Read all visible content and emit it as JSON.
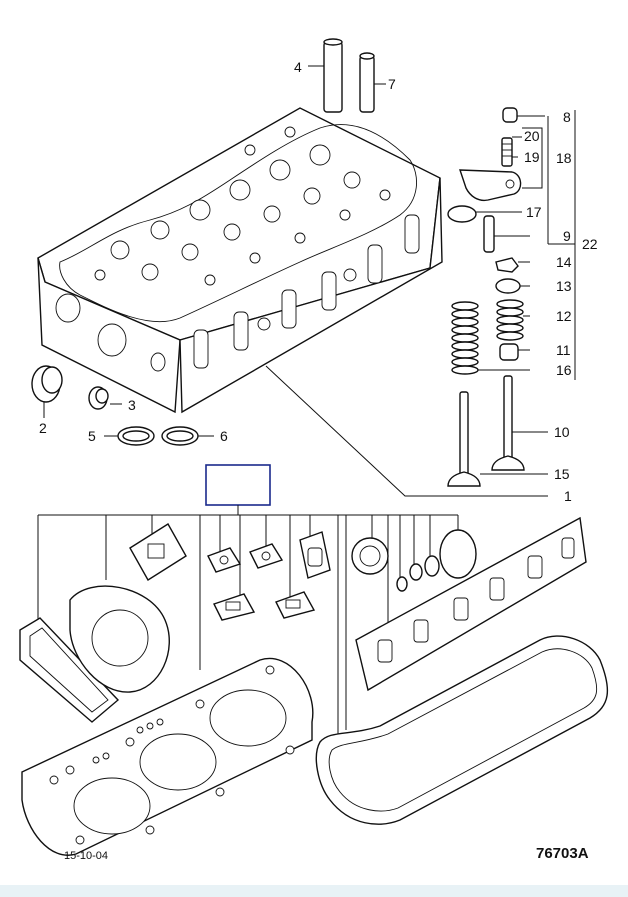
{
  "diagram": {
    "callouts": {
      "c1": "1",
      "c2": "2",
      "c3": "3",
      "c4": "4",
      "c5": "5",
      "c6": "6",
      "c7": "7",
      "c8": "8",
      "c9": "9",
      "c10": "10",
      "c11": "11",
      "c12": "12",
      "c13": "13",
      "c14": "14",
      "c15a": "15",
      "c15b": "15",
      "c16": "16",
      "c17": "17",
      "c18": "18",
      "c19": "19",
      "c20": "20",
      "c22": "22"
    },
    "footer": {
      "date": "15-10-04",
      "reference": "76703A"
    },
    "colors": {
      "line": "#111111",
      "highlight_box": "#1a2a8c",
      "bottom_bar": "#e8f2f6"
    }
  }
}
